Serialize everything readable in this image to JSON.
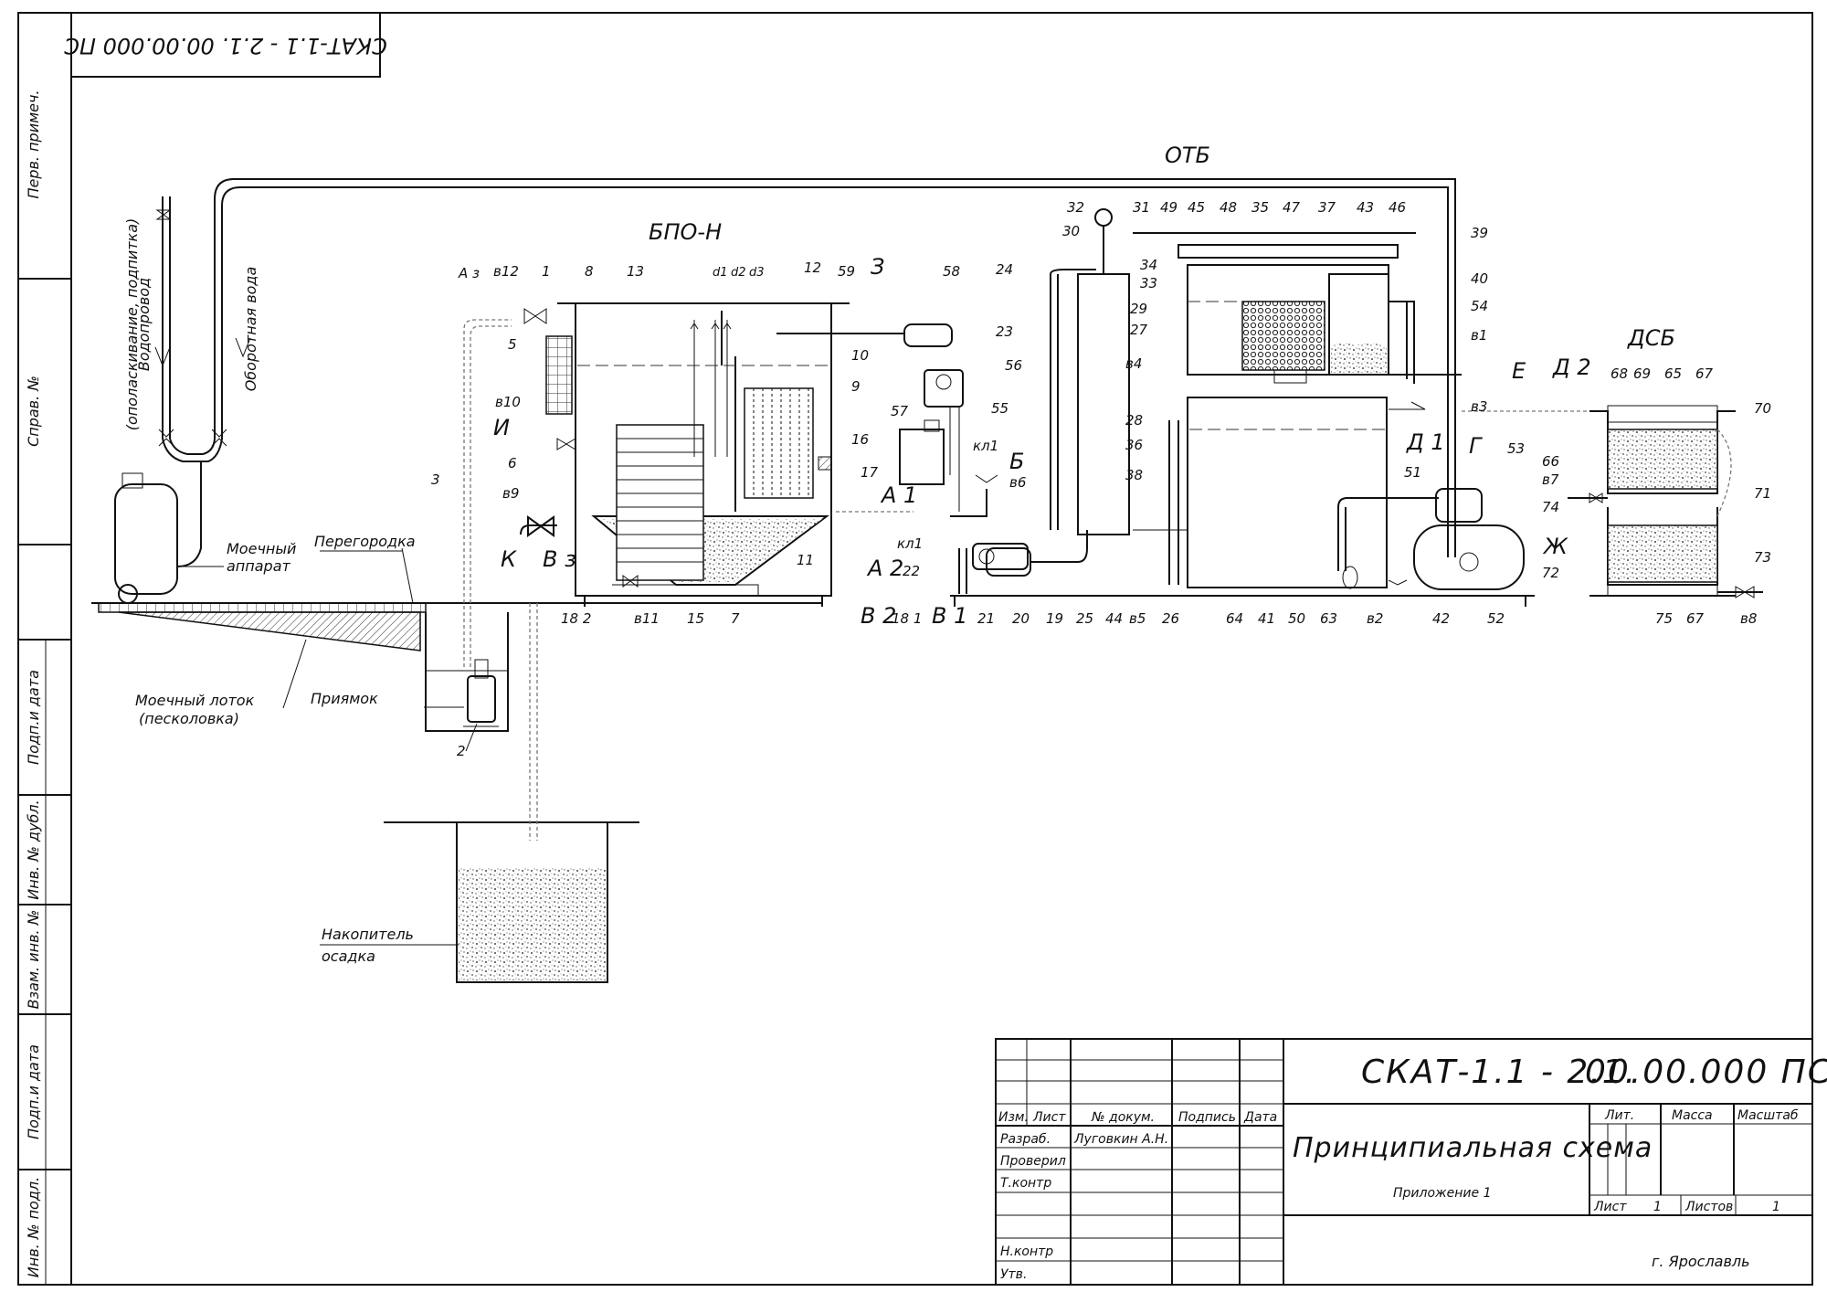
{
  "stamp": {
    "corner_code": "СКАТ-1.1 - 2.1.   00.00.000 ПС"
  },
  "side_strip": [
    "Перв. примеч.",
    "Справ. №",
    "Подп.и дата",
    "Инв. № дубл.",
    "Взам. инв. №",
    "Подп.и дата",
    "Инв. № подл."
  ],
  "blocks": {
    "bpo": "БПО-Н",
    "otb": "ОТБ",
    "dsb": "ДСБ"
  },
  "left_labels": {
    "water_supply": [
      "Водопровод",
      "(ополаскивание, подпитка)"
    ],
    "recycled_water": "Оборотная вода",
    "washer": [
      "Моечный",
      "аппарат"
    ],
    "partition": "Перегородка",
    "tray": [
      "Моечный лоток",
      "(песколовка)"
    ],
    "pit": "Приямок",
    "sludge": [
      "Накопитель",
      "осадка"
    ]
  },
  "callouts": {
    "bpo_top": [
      "А з",
      "в12",
      "1",
      "8",
      "13",
      "d1",
      "d2",
      "d3",
      "12",
      "59",
      "З",
      "58"
    ],
    "bpo_side": [
      "5",
      "в10",
      "И",
      "6",
      "в9",
      "К",
      "В з",
      "3",
      "10",
      "9",
      "16",
      "17",
      "А 2",
      "11",
      "7"
    ],
    "bpo_bottom": [
      "18 2",
      "в11",
      "15",
      "В 2",
      "18 1",
      "В 1"
    ],
    "dosing": [
      "56",
      "55",
      "57",
      "кл1",
      "Б",
      "в6",
      "А 1",
      "кл1",
      "22"
    ],
    "otb": [
      "32",
      "31",
      "49",
      "45",
      "48",
      "35",
      "47",
      "37",
      "43",
      "46",
      "30",
      "24",
      "23",
      "34",
      "33",
      "29",
      "27",
      "в4",
      "28",
      "36",
      "38",
      "39",
      "40",
      "в1",
      "Е",
      "54",
      "в3",
      "Д 1",
      "Г",
      "51",
      "53"
    ],
    "otb_bottom": [
      "21",
      "20",
      "19",
      "25",
      "44",
      "в5",
      "26",
      "64",
      "41",
      "50",
      "63",
      "в2",
      "42",
      "52"
    ],
    "dsb": [
      "Д 2",
      "68",
      "69",
      "65",
      "67",
      "70",
      "66",
      "в7",
      "74",
      "71",
      "Ж",
      "73",
      "72",
      "75",
      "67",
      "в8"
    ]
  },
  "title_block": {
    "doc_code": "СКАТ-1.1 - 2.1.",
    "doc_number": "00.00.000 ПС",
    "doc_title": "Принципиальная схема",
    "appendix": "Приложение 1",
    "col_headers": [
      "Изм.",
      "Лист",
      "№ докум.",
      "Подпись",
      "Дата"
    ],
    "rows": [
      {
        "role": "Разраб.",
        "name": "Луговкин А.Н."
      },
      {
        "role": "Проверил",
        "name": ""
      },
      {
        "role": "Т.контр",
        "name": ""
      },
      {
        "role": "",
        "name": ""
      },
      {
        "role": "Н.контр",
        "name": ""
      },
      {
        "role": "Утв.",
        "name": ""
      }
    ],
    "lit_label": "Лит.",
    "mass_label": "Масса",
    "scale_label": "Масштаб",
    "sheet_label": "Лист",
    "sheet_value": "1",
    "sheets_label": "Листов",
    "sheets_value": "1",
    "city": "г. Ярославль"
  }
}
